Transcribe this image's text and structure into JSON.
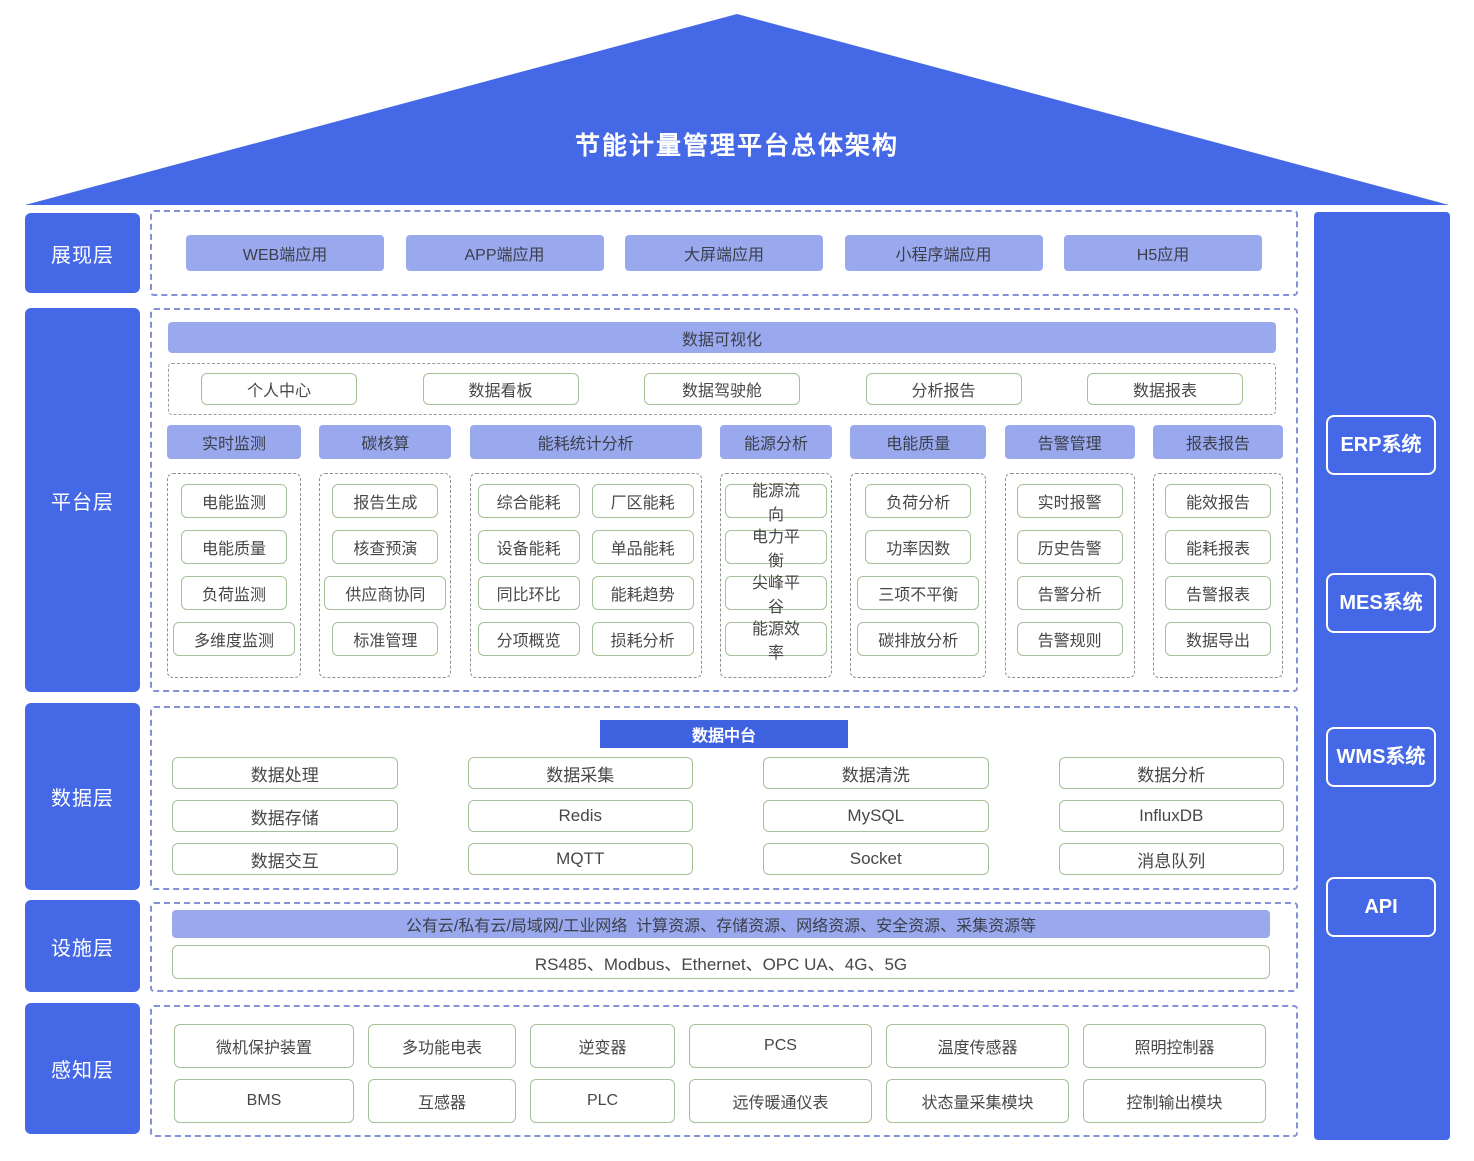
{
  "title": "节能计量管理平台总体架构",
  "colors": {
    "primary_blue": "#4569e6",
    "light_blue": "#9aa9ee",
    "green_border": "#a7c199"
  },
  "layers": {
    "presentation": {
      "label": "展现层",
      "apps": [
        "WEB端应用",
        "APP端应用",
        "大屏端应用",
        "小程序端应用",
        "H5应用"
      ]
    },
    "platform": {
      "label": "平台层",
      "visualization_bar": "数据可视化",
      "visualization_items": [
        "个人中心",
        "数据看板",
        "数据驾驶舱",
        "分析报告",
        "数据报表"
      ],
      "modules": [
        {
          "header": "实时监测",
          "cols": 1,
          "items": [
            "电能监测",
            "电能质量",
            "负荷监测",
            "多维度监测"
          ]
        },
        {
          "header": "碳核算",
          "cols": 1,
          "items": [
            "报告生成",
            "核查预演",
            "供应商协同",
            "标准管理"
          ]
        },
        {
          "header": "能耗统计分析",
          "cols": 2,
          "items": [
            "综合能耗",
            "厂区能耗",
            "设备能耗",
            "单品能耗",
            "同比环比",
            "能耗趋势",
            "分项概览",
            "损耗分析"
          ]
        },
        {
          "header": "能源分析",
          "cols": 1,
          "items": [
            "能源流向",
            "电力平衡",
            "尖峰平谷",
            "能源效率"
          ]
        },
        {
          "header": "电能质量",
          "cols": 1,
          "items": [
            "负荷分析",
            "功率因数",
            "三项不平衡",
            "碳排放分析"
          ]
        },
        {
          "header": "告警管理",
          "cols": 1,
          "items": [
            "实时报警",
            "历史告警",
            "告警分析",
            "告警规则"
          ]
        },
        {
          "header": "报表报告",
          "cols": 1,
          "items": [
            "能效报告",
            "能耗报表",
            "告警报表",
            "数据导出"
          ]
        }
      ]
    },
    "data": {
      "label": "数据层",
      "header": "数据中台",
      "grid": [
        [
          "数据处理",
          "数据采集",
          "数据清洗",
          "数据分析"
        ],
        [
          "数据存储",
          "Redis",
          "MySQL",
          "InfluxDB"
        ],
        [
          "数据交互",
          "MQTT",
          "Socket",
          "消息队列"
        ]
      ]
    },
    "facility": {
      "label": "设施层",
      "bar": "公有云/私有云/局域网/工业网络  计算资源、存储资源、网络资源、安全资源、采集资源等",
      "protocols": "RS485、Modbus、Ethernet、OPC UA、4G、5G"
    },
    "perception": {
      "label": "感知层",
      "rows": [
        [
          "微机保护装置",
          "多功能电表",
          "逆变器",
          "PCS",
          "温度传感器",
          "照明控制器"
        ],
        [
          "BMS",
          "互感器",
          "PLC",
          "远传暖通仪表",
          "状态量采集模块",
          "控制输出模块"
        ]
      ]
    }
  },
  "external_systems": [
    "ERP系统",
    "MES系统",
    "WMS系统",
    "API"
  ]
}
